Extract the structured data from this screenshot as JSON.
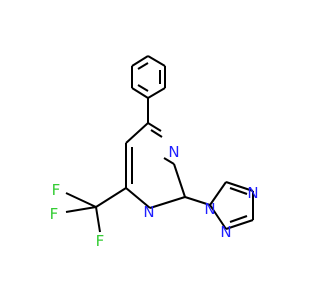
{
  "molecule": {
    "colors": {
      "bond": "#000000",
      "nitrogen": "#1f1fff",
      "fluorine": "#33cc33",
      "background": "#ffffff"
    },
    "atoms": [
      {
        "id": "N_pyr_top",
        "label": "N",
        "element": "nitrogen"
      },
      {
        "id": "N_pyr_bottom",
        "label": "N",
        "element": "nitrogen"
      },
      {
        "id": "N_triazole_1",
        "label": "N",
        "element": "nitrogen"
      },
      {
        "id": "N_triazole_4",
        "label": "N",
        "element": "nitrogen"
      },
      {
        "id": "N_triazole_2",
        "label": "N",
        "element": "nitrogen"
      },
      {
        "id": "F_1",
        "label": "F",
        "element": "fluorine"
      },
      {
        "id": "F_2",
        "label": "F",
        "element": "fluorine"
      },
      {
        "id": "F_3",
        "label": "F",
        "element": "fluorine"
      }
    ]
  }
}
